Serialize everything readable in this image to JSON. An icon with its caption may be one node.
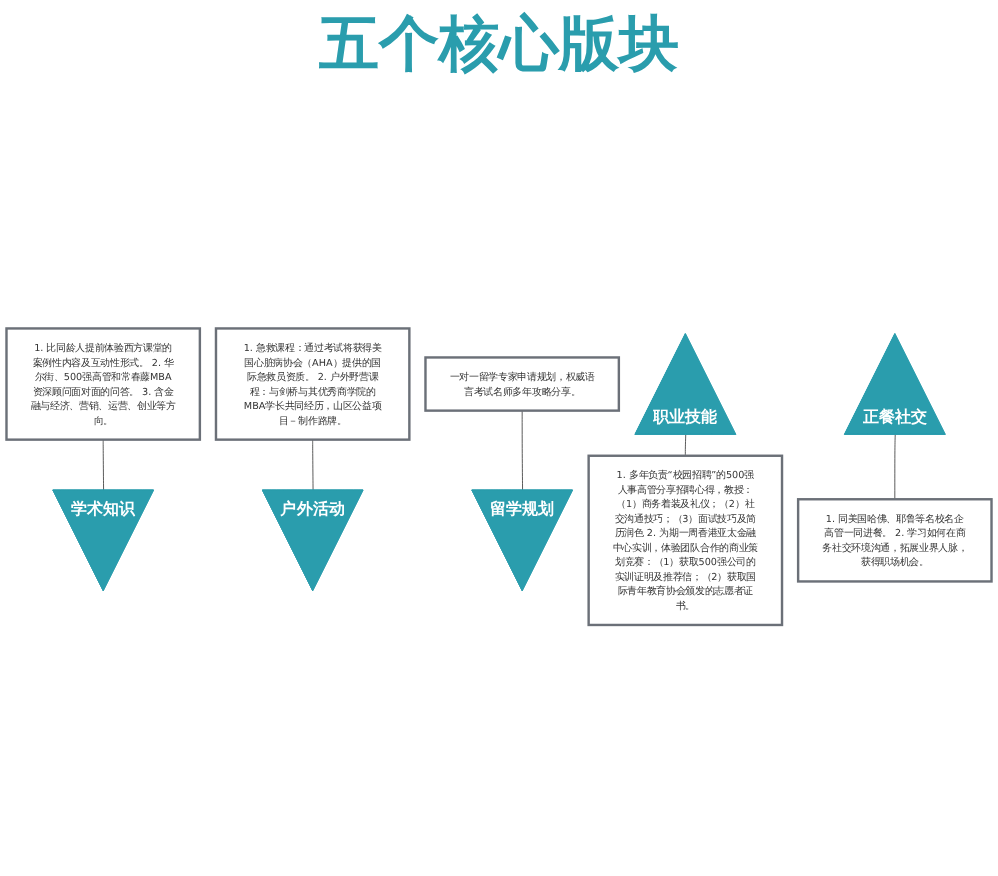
{
  "diagram": {
    "title": "五个核心版块",
    "nodes": [
      {
        "text": [
          "1. 比同龄人提前体验西方课堂的案例性内容及互动性形式。 2. 华尔街、500强高管和常春藤MBA资深顾问面对面的问答。 3. 含金融与经济、营销、运营、创业等方向。"
        ]
      },
      {
        "text": [
          "学术知识"
        ]
      },
      {
        "text": [
          "1. 急救课程：通过考试将获得美国心脏病协会（AHA）提供的国际急救员资质。 2. 户外野营课程：与剑桥与其优秀商学院的MBA学长共同经历，山区公益项目－制作路牌。"
        ]
      },
      {
        "text": [
          "户外活动"
        ]
      },
      {
        "text": [
          "一对一留学专家申请规划，权威语言考试名师多年攻略分享。"
        ]
      },
      {
        "text": [
          "留学规划"
        ]
      },
      {
        "text": [
          "职业技能"
        ]
      },
      {
        "text": [
          "1. 多年负责“校园招聘”的500强人事高管分享招聘心得，教授：（1）商务着装及礼仪；（2）社交沟通技巧；（3）面试技巧及简历润色 2. 为期一周香港亚太金融中心实训，体验团队合作的商业策划竞赛：（1）获取500强公司的实训证明及推荐信；（2）获取国际青年教育协会颁发的志愿者证书。"
        ]
      },
      {
        "text": [
          "正餐社交"
        ]
      },
      {
        "text": [
          "1. 同美国哈佛、耶鲁等名校名企高管一同进餐。 2. 学习如何在商务社交环境沟通，拓展业界人脉，获得职场机会。"
        ]
      }
    ],
    "edges": [
      {
        "from": 0,
        "to": 1,
        "arrow": "none"
      },
      {
        "from": 2,
        "to": 3,
        "arrow": "none"
      },
      {
        "from": 4,
        "to": 5,
        "arrow": "none"
      },
      {
        "from": 6,
        "to": 7,
        "arrow": "none"
      },
      {
        "from": 8,
        "to": 9,
        "arrow": "none"
      }
    ]
  }
}
